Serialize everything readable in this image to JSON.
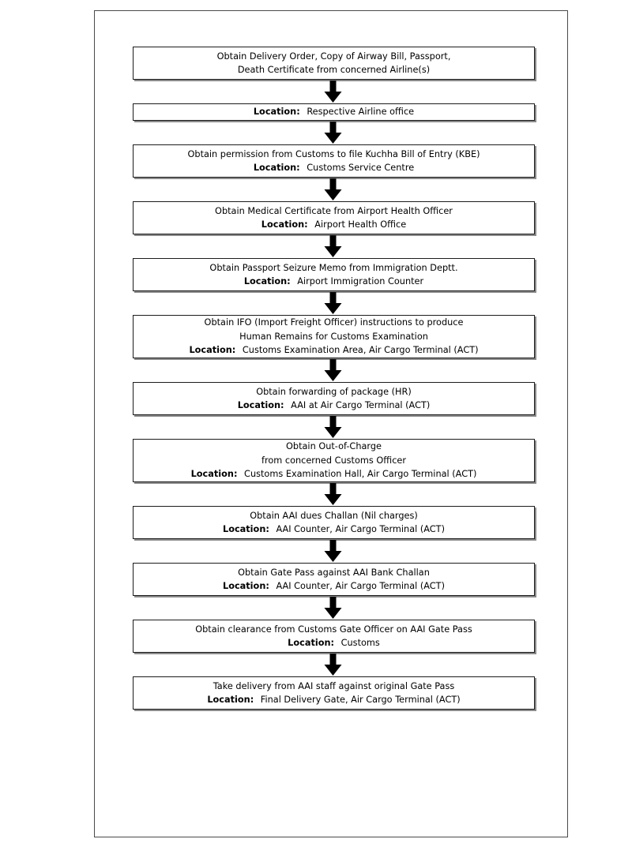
{
  "document": {
    "type": "process-flowchart",
    "orientation": "vertical-top-to-bottom",
    "frame_border_color": "#4a4a4a",
    "box_border_color": "#1c1c1c",
    "box_shadow_color": "#8a8a8a",
    "background_color": "#ffffff",
    "text_color": "#000000",
    "arrow_color": "#000000",
    "arrow_icon_name": "down-arrow-icon",
    "location_label": "Location:",
    "step_count": 12,
    "arrow_count": 11
  },
  "steps": [
    {
      "index": 1,
      "lines": [
        "Obtain Delivery Order, Copy of Airway Bill, Passport,",
        "Death Certificate from concerned Airline(s)"
      ],
      "location": ""
    },
    {
      "index": 2,
      "lines": [],
      "location": "Respective Airline office"
    },
    {
      "index": 3,
      "lines": [
        "Obtain permission from Customs to file Kuchha Bill of Entry (KBE)"
      ],
      "location": "Customs Service Centre"
    },
    {
      "index": 4,
      "lines": [
        "Obtain Medical Certificate from Airport Health Officer"
      ],
      "location": "Airport Health Office"
    },
    {
      "index": 5,
      "lines": [
        "Obtain Passport Seizure Memo from Immigration Deptt."
      ],
      "location": "Airport Immigration Counter"
    },
    {
      "index": 6,
      "lines": [
        "Obtain IFO (Import Freight Officer) instructions to produce",
        "Human Remains for Customs Examination"
      ],
      "location": "Customs Examination Area, Air Cargo Terminal (ACT)"
    },
    {
      "index": 7,
      "lines": [
        "Obtain forwarding of package (HR)"
      ],
      "location": "AAI at Air Cargo Terminal (ACT)"
    },
    {
      "index": 8,
      "lines": [
        "Obtain Out-of-Charge",
        "from concerned Customs Officer"
      ],
      "location": "Customs Examination Hall, Air Cargo Terminal (ACT)"
    },
    {
      "index": 9,
      "lines": [
        "Obtain AAI dues Challan (Nil charges)"
      ],
      "location": "AAI Counter, Air Cargo Terminal (ACT)"
    },
    {
      "index": 10,
      "lines": [
        "Obtain Gate Pass against AAI Bank Challan"
      ],
      "location": "AAI Counter, Air Cargo Terminal (ACT)"
    },
    {
      "index": 11,
      "lines": [
        "Obtain clearance from Customs Gate Officer on AAI Gate Pass"
      ],
      "location": "Customs"
    },
    {
      "index": 12,
      "lines": [
        "Take delivery from AAI staff against original Gate Pass"
      ],
      "location": "Final Delivery Gate, Air Cargo Terminal (ACT)"
    }
  ]
}
